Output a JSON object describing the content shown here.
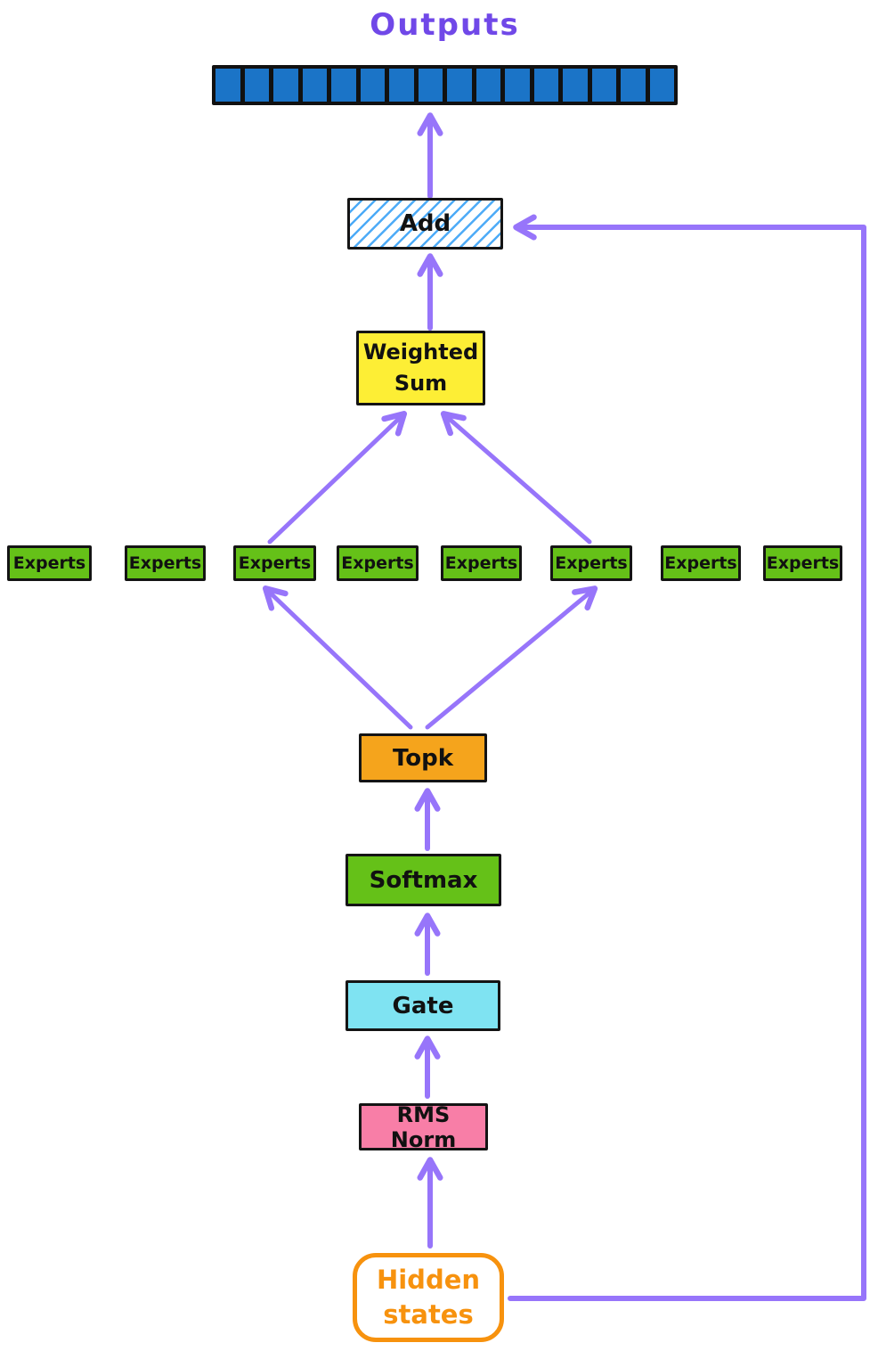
{
  "title": {
    "text": "Outputs"
  },
  "outputs_bar": {
    "token_count": 16
  },
  "nodes": {
    "add": {
      "label": "Add"
    },
    "weighted_sum": {
      "label": "Weighted Sum"
    },
    "topk": {
      "label": "Topk"
    },
    "softmax": {
      "label": "Softmax"
    },
    "gate": {
      "label": "Gate"
    },
    "rms_norm": {
      "label": "RMS Norm"
    },
    "hidden_states": {
      "label": "Hidden states"
    }
  },
  "experts": {
    "items": [
      "Experts",
      "Experts",
      "Experts",
      "Experts",
      "Experts",
      "Experts",
      "Experts",
      "Experts"
    ]
  },
  "colors": {
    "arrow_purple": "#9775fa",
    "title_purple": "#7048e8",
    "token_blue": "#1b74c7",
    "hatch_blue": "#4dabf7",
    "weighted_sum_yellow": "#fdee35",
    "expert_green": "#65c118",
    "topk_orange": "#f5a41c",
    "gate_cyan": "#7fe3f2",
    "rms_pink": "#f87ea7",
    "hidden_orange": "#f7920e"
  }
}
